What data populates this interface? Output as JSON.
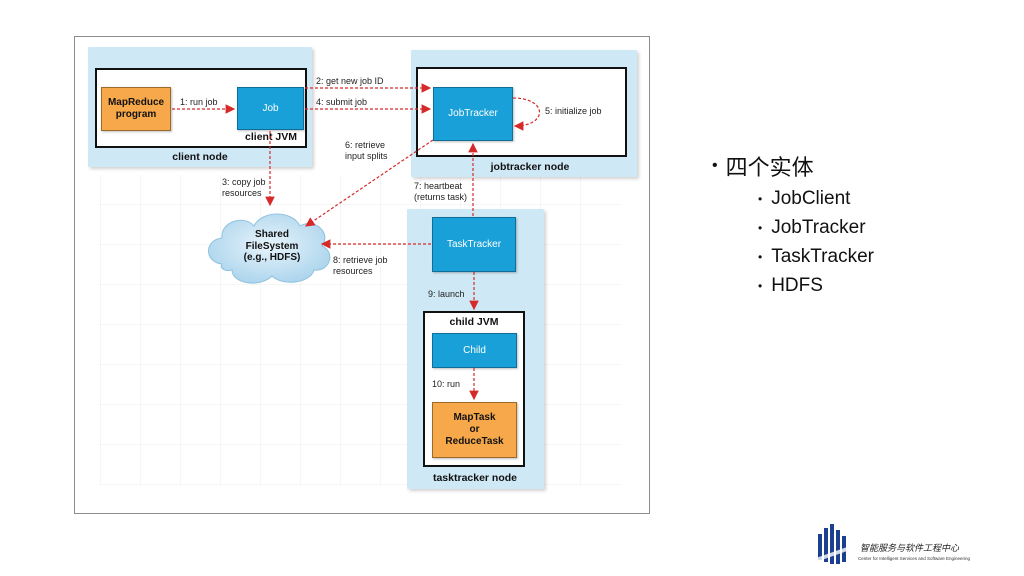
{
  "diagram": {
    "client_node": "client node",
    "client_jvm": "client JVM",
    "mapreduce_program": "MapReduce\nprogram",
    "job": "Job",
    "jobtracker_node": "jobtracker node",
    "jobtracker": "JobTracker",
    "shared_fs": "Shared\nFileSystem\n(e.g., HDFS)",
    "tasktracker": "TaskTracker",
    "child_jvm": "child JVM",
    "child": "Child",
    "maptask": "MapTask\nor\nReduceTask",
    "tasktracker_node": "tasktracker node",
    "steps": {
      "s1": "1: run job",
      "s2": "2: get new job ID",
      "s3": "3: copy job\nresources",
      "s4": "4: submit job",
      "s5": "5: initialize job",
      "s6": "6: retrieve\ninput splits",
      "s7": "7: heartbeat\n(returns task)",
      "s8": "8: retrieve job\nresources",
      "s9": "9: launch",
      "s10": "10: run"
    },
    "colors": {
      "arrow": "#d62a2a",
      "node_bg": "#cfe8f5",
      "blue_box": "#1aa0d8",
      "orange_box": "#f7a84a"
    }
  },
  "bullets": {
    "main": "四个实体",
    "items": [
      "JobClient",
      "JobTracker",
      "TaskTracker",
      "HDFS"
    ]
  },
  "logo": {
    "cn": "智能服务与软件工程中心",
    "en": "Center for Intelligent Services and Software Engineering"
  }
}
